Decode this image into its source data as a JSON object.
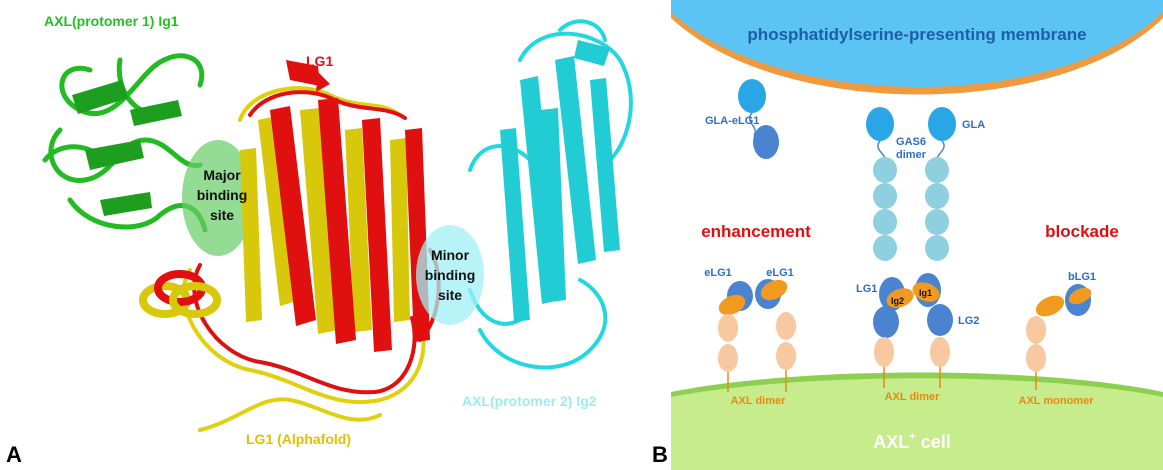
{
  "panel_a": {
    "letter": "A",
    "labels": {
      "axl_p1_ig1": "AXL(protomer 1) Ig1",
      "lg1": "LG1",
      "major_site": [
        "Major",
        "binding",
        "site"
      ],
      "minor_site": [
        "Minor",
        "binding",
        "site"
      ],
      "axl_p2_ig2": "AXL(protomer 2) Ig2",
      "lg1_alphafold": "LG1 (Alphafold)"
    },
    "colors": {
      "axl_ig1": "#22bb22",
      "lg1": "#e01010",
      "alphafold": "#e0d010",
      "axl_ig2": "#22d8e0",
      "label_green": "#22c022",
      "label_red": "#e01010",
      "label_yellow": "#e0c000",
      "label_cyan": "#9eeaf0"
    }
  },
  "panel_b": {
    "letter": "B",
    "membrane_label": "phosphatidylserine-presenting membrane",
    "cell_label_main": "AXL",
    "cell_label_sup": "+",
    "cell_label_tail": " cell",
    "enhancement": "enhancement",
    "blockade": "blockade",
    "gla_elg1": "GLA-eLG1",
    "gas6_dimer": [
      "GAS6",
      "dimer"
    ],
    "gla": "GLA",
    "elg1_left": "eLG1",
    "elg1_right": "eLG1",
    "lg1": "LG1",
    "ig2": "Ig2",
    "ig1": "Ig1",
    "lg2": "LG2",
    "blg1": "bLG1",
    "axl_dimer_left": "AXL dimer",
    "axl_dimer_center": "AXL dimer",
    "axl_monomer": "AXL monomer",
    "colors": {
      "membrane": "#5cc4f5",
      "membrane_rim": "#f09a40",
      "membrane_text": "#1a5fa8",
      "cell": "#c7ec8c",
      "cell_rim": "#8fcf50",
      "cell_text": "#ffffff",
      "red_text": "#e01010",
      "blue_text": "#2e6fc4",
      "orange_text": "#e88a10",
      "gla_blue": "#2aa6e6",
      "lg_blue": "#4a84d0",
      "gas6_light": "#8ecfe0",
      "axl_peach": "#f8c8a0",
      "ig_orange": "#f29a20"
    }
  }
}
